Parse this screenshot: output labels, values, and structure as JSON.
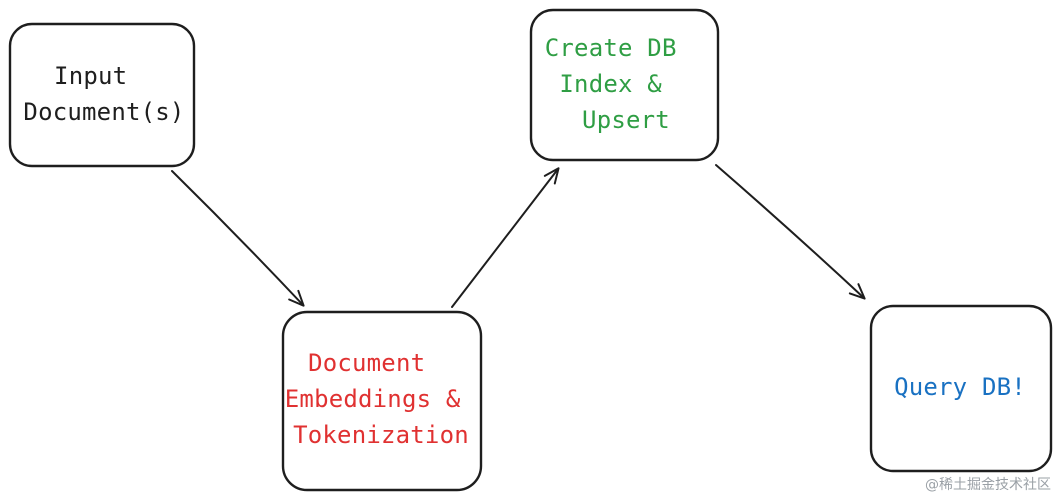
{
  "nodes": {
    "input": {
      "lines": [
        "Input",
        "Document(s)"
      ],
      "color": "#1e1e1e"
    },
    "embeddings": {
      "lines": [
        "Document",
        "Embeddings &",
        "Tokenization"
      ],
      "color": "#e03131"
    },
    "index": {
      "lines": [
        "Create DB",
        "Index &",
        "Upsert"
      ],
      "color": "#2f9e44"
    },
    "query": {
      "lines": [
        "Query DB!"
      ],
      "color": "#1971c2"
    }
  },
  "stroke_color": "#1e1e1e",
  "watermark": "@稀土掘金技术社区"
}
